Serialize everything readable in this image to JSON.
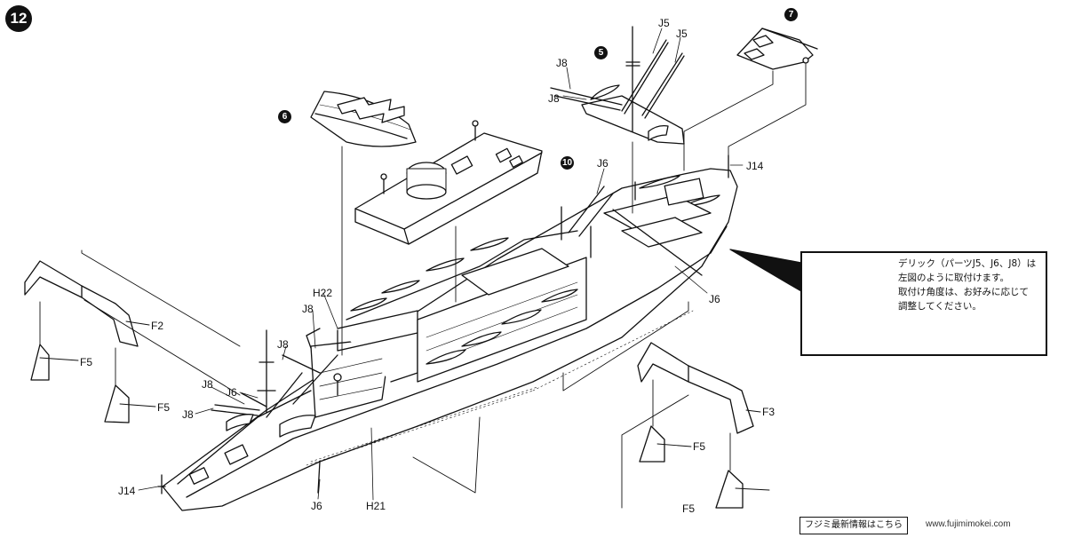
{
  "step": "12",
  "parts": {
    "J5a": "J5",
    "J5b": "J5",
    "J8_top_a": "J8",
    "J8_top_b": "J8",
    "n5": "5",
    "n6": "6",
    "n7": "7",
    "n10": "10",
    "J6_mid": "J6",
    "J14_stern": "J14",
    "J6_right": "J6",
    "H22": "H22",
    "J8_left_a": "J8",
    "J8_left_b": "J8",
    "J8_left_c": "J8",
    "J8_left_d": "J8",
    "J6_left": "J6",
    "J14_bow": "J14",
    "J6_bottom": "J6",
    "H21": "H21",
    "F2": "F2",
    "F5_left_a": "F5",
    "F5_left_b": "F5",
    "F3": "F3",
    "F5_right_a": "F5",
    "F5_right_b": "F5"
  },
  "note": {
    "line1": "デリック（パーツJ5、J6、J8）は",
    "line2": "左図のように取付けます。",
    "line3": "取付け角度は、お好みに応じて",
    "line4": "調整してください。"
  },
  "footer": {
    "label": "フジミ最新情報はこちら",
    "url": "www.fujimimokei.com"
  }
}
